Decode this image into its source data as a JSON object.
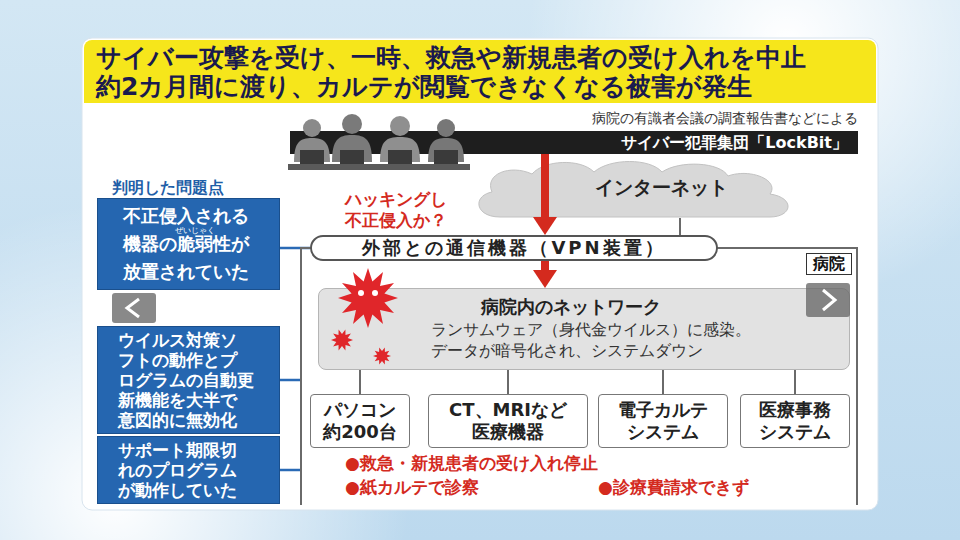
{
  "diagram": {
    "title": "サイバー攻撃を受け、一時、救急や新規患者の受け入れを中止 約2カ月間に渡り、カルテが閲覧できなくなる被害が発生",
    "nodes": [
      {
        "text": [
          "サイバー犯罪集団「LockBit」"
        ]
      },
      {
        "text": [
          "インターネット"
        ]
      },
      {
        "text": [
          "病院"
        ]
      },
      {
        "text": [
          "外部との通信機器（VPN装置）"
        ],
        "in": 2
      },
      {
        "text": [
          "病院内のネットワーク",
          "ランサムウェア（身代金ウイルス）に感染。 データが暗号化され、システムダウン"
        ],
        "in": 2
      },
      {
        "text": [
          "パソコン 約200台"
        ],
        "in": 2
      },
      {
        "text": [
          "CT、MRIなど 医療機器"
        ],
        "in": 2
      },
      {
        "text": [
          "電子カルテ システム"
        ],
        "in": 2
      },
      {
        "text": [
          "医療事務 システム"
        ],
        "in": 2
      },
      {
        "text": [
          "不正侵入される 機器の脆弱性が 放置されていた"
        ]
      },
      {
        "text": [
          "ウイルス対策ソ フトの動作とプ ログラムの自動更 新機能を大半で 意図的に無効化"
        ]
      },
      {
        "text": [
          "サポート期限切 れのプログラム が動作していた"
        ]
      }
    ],
    "edges": [
      {
        "from": 0,
        "to": 3,
        "label": "ハッキングし 不正侵入か？",
        "arrow": "to"
      },
      {
        "from": 1,
        "to": 3,
        "arrow": "none"
      },
      {
        "from": 3,
        "to": 4,
        "arrow": "to"
      },
      {
        "from": 4,
        "to": 5,
        "arrow": "none"
      },
      {
        "from": 4,
        "to": 6,
        "arrow": "none"
      },
      {
        "from": 4,
        "to": 7,
        "arrow": "none"
      },
      {
        "from": 4,
        "to": 8,
        "arrow": "none"
      },
      {
        "from": 9,
        "to": 3,
        "arrow": "none"
      },
      {
        "from": 10,
        "to": 2,
        "arrow": "none"
      },
      {
        "from": 11,
        "to": 2,
        "arrow": "none"
      }
    ],
    "labels": [
      "病院の有識者会議の調査報告書などによる",
      "判明した問題点",
      "ぜいじゃく",
      "●救急・新規患者の受け入れ停止",
      "●紙カルテで診察",
      "●診療費請求できず"
    ]
  }
}
